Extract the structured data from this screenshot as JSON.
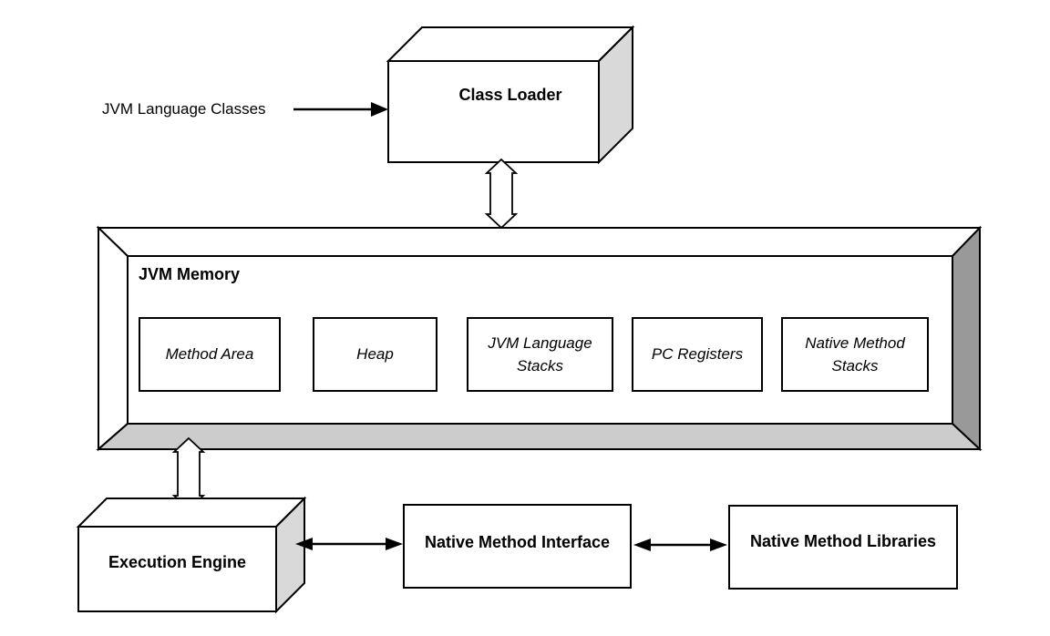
{
  "labels": {
    "jvm_language_classes": "JVM Language Classes",
    "class_loader": "Class Loader",
    "jvm_memory": "JVM Memory",
    "execution_engine": "Execution Engine",
    "native_method_interface": "Native Method Interface",
    "native_method_libraries": "Native Method Libraries"
  },
  "memory_components": [
    {
      "label": "Method Area"
    },
    {
      "label": "Heap"
    },
    {
      "label": "JVM Language Stacks"
    },
    {
      "label": "PC Registers"
    },
    {
      "label": "Native Method Stacks"
    }
  ],
  "icons": {
    "flow_arrow": "black-right-arrow",
    "bidirectional_arrow": "black-double-headed-horizontal-arrow",
    "block_double_arrow": "hollow-vertical-double-block-arrow"
  },
  "colors": {
    "background": "#ffffff",
    "border": "#000000",
    "text": "#000000",
    "side_face_light": "#d9d9d9",
    "memory_bottom_face": "#cccccc",
    "memory_right_face": "#999999"
  }
}
